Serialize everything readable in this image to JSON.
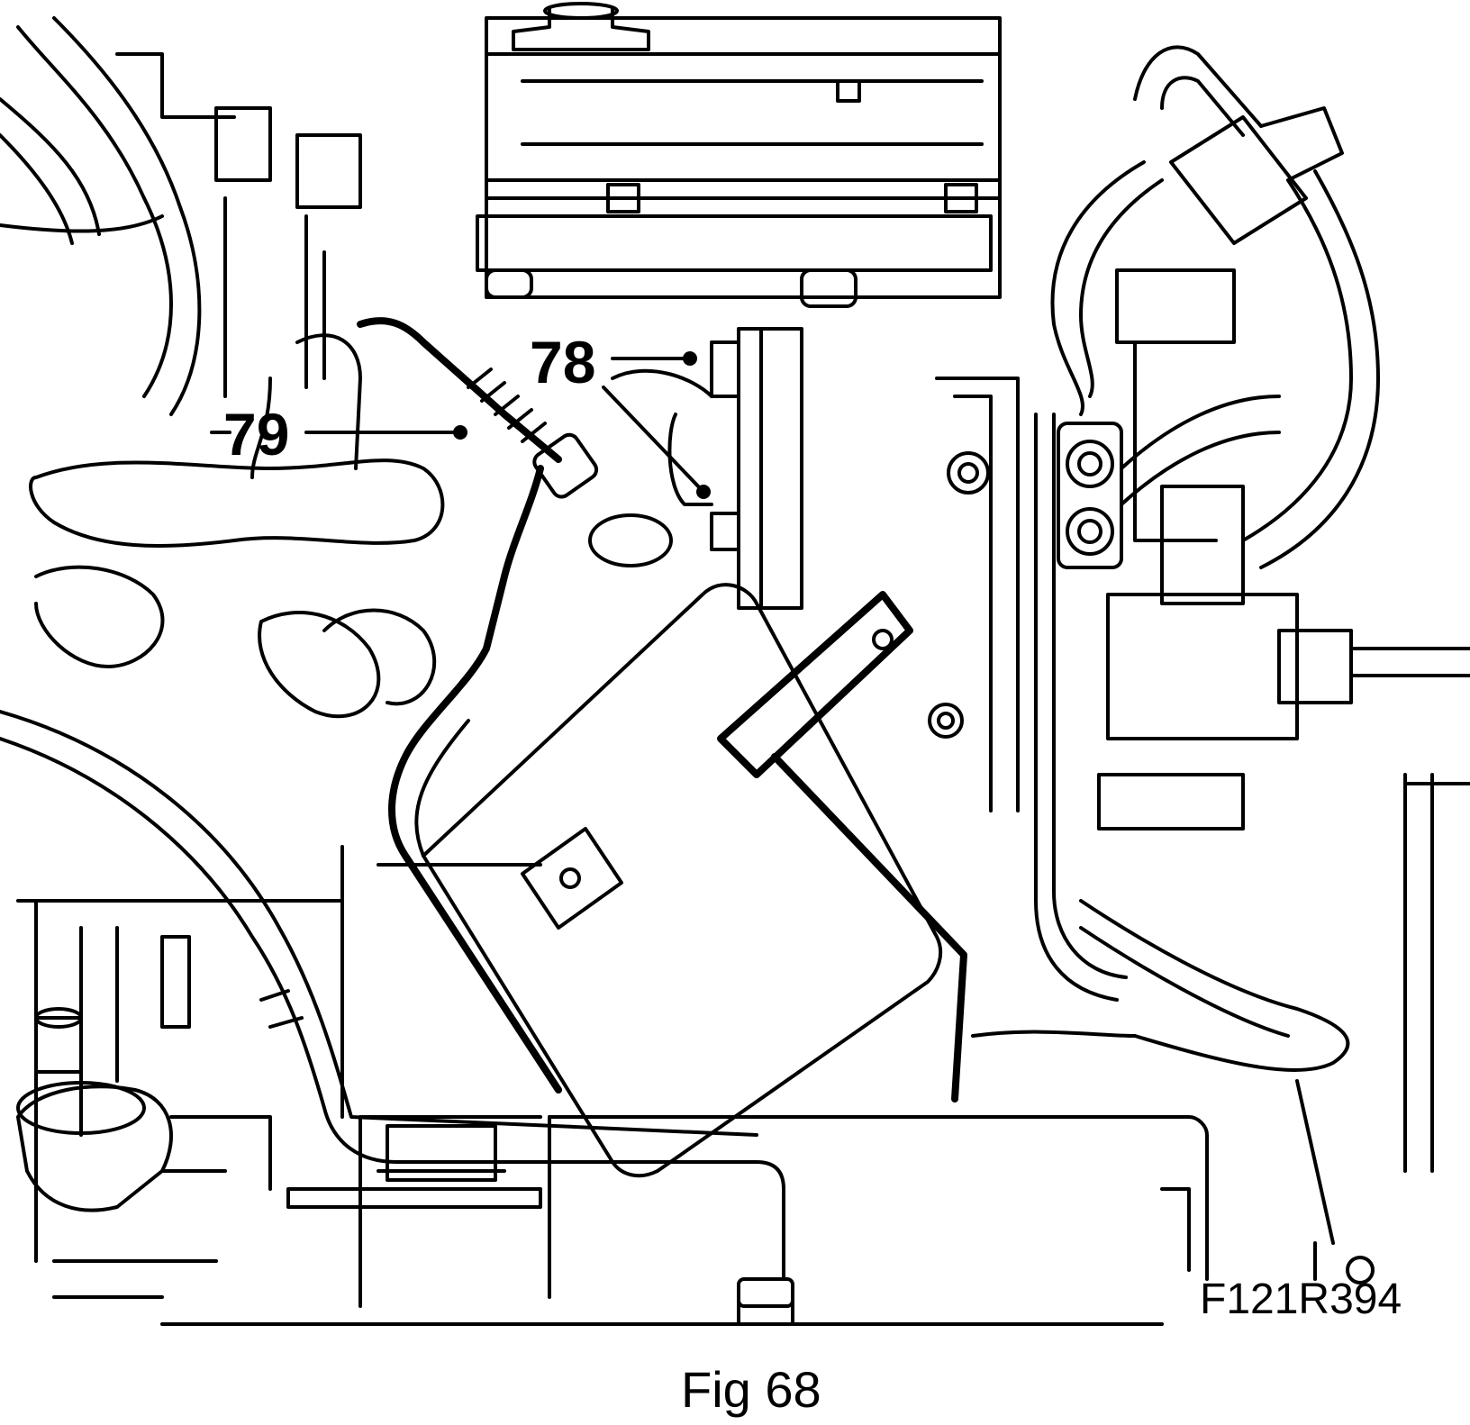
{
  "figure": {
    "callouts": [
      {
        "id": "78",
        "label": "78",
        "target": "intake duct connector flange"
      },
      {
        "id": "79",
        "label": "79",
        "target": "hose clamp on air duct"
      }
    ],
    "reference_code": "F121R394",
    "caption": "Fig 68"
  },
  "colors": {
    "line": "#000000",
    "background": "#ffffff"
  }
}
